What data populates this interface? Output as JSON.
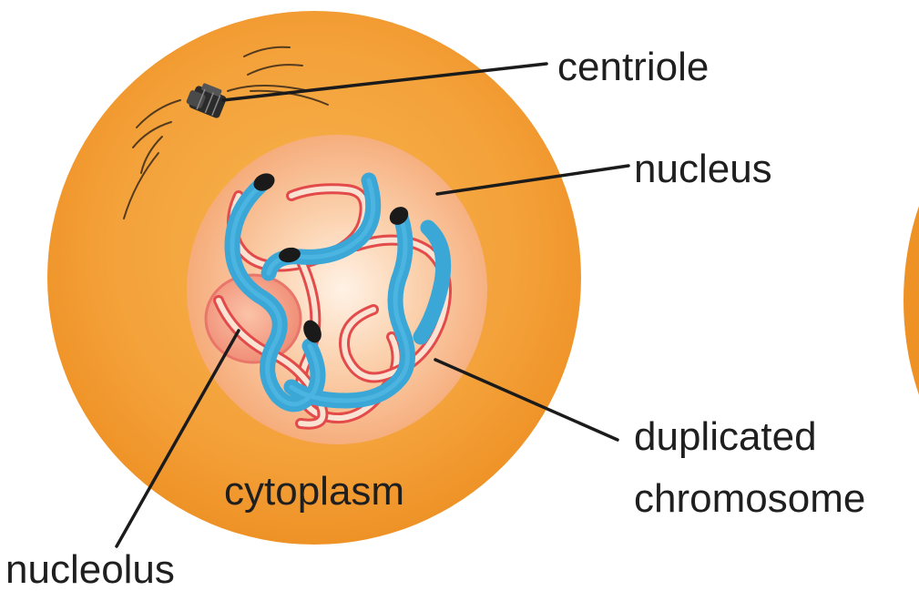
{
  "labels": {
    "centriole": "centriole",
    "nucleus": "nucleus",
    "duplicated_line1": "duplicated",
    "duplicated_line2": "chromosome",
    "cytoplasm": "cytoplasm",
    "nucleolus": "nucleolus"
  },
  "colors": {
    "cell_outer": "#f19a2a",
    "cell_inner": "#f5a93d",
    "nucleus_outer": "#f7b27c",
    "nucleus_inner": "#fde0c4",
    "nucleolus": "#f28b78",
    "chromatid_blue": "#3aa7d6",
    "chromatid_red": "#e34b4b",
    "centromere": "#1a1a1a"
  }
}
